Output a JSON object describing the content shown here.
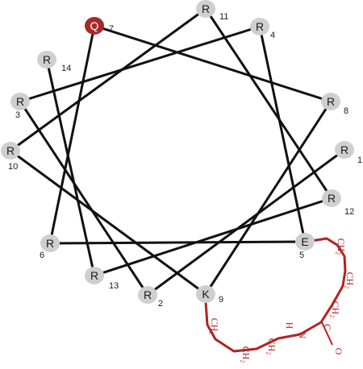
{
  "wheel": {
    "residue_color": "#cfcfcf",
    "highlight_color": "#a52a2a",
    "line_color": "#111111",
    "linker_color": "#b22222",
    "residues": [
      {
        "num": "1",
        "letter": "R"
      },
      {
        "num": "2",
        "letter": "R"
      },
      {
        "num": "3",
        "letter": "R"
      },
      {
        "num": "4",
        "letter": "R"
      },
      {
        "num": "5",
        "letter": "E"
      },
      {
        "num": "6",
        "letter": "R"
      },
      {
        "num": "7",
        "letter": "Q",
        "highlight": true
      },
      {
        "num": "8",
        "letter": "R"
      },
      {
        "num": "9",
        "letter": "K"
      },
      {
        "num": "10",
        "letter": "R"
      },
      {
        "num": "11",
        "letter": "R"
      },
      {
        "num": "12",
        "letter": "R"
      },
      {
        "num": "13",
        "letter": "R"
      },
      {
        "num": "14",
        "letter": "R"
      }
    ],
    "linker_labels": [
      "CH₂",
      "CH₂",
      "CH₂",
      "C",
      "O",
      "N",
      "H",
      "CH₂",
      "CH₂",
      "CH₂"
    ]
  }
}
